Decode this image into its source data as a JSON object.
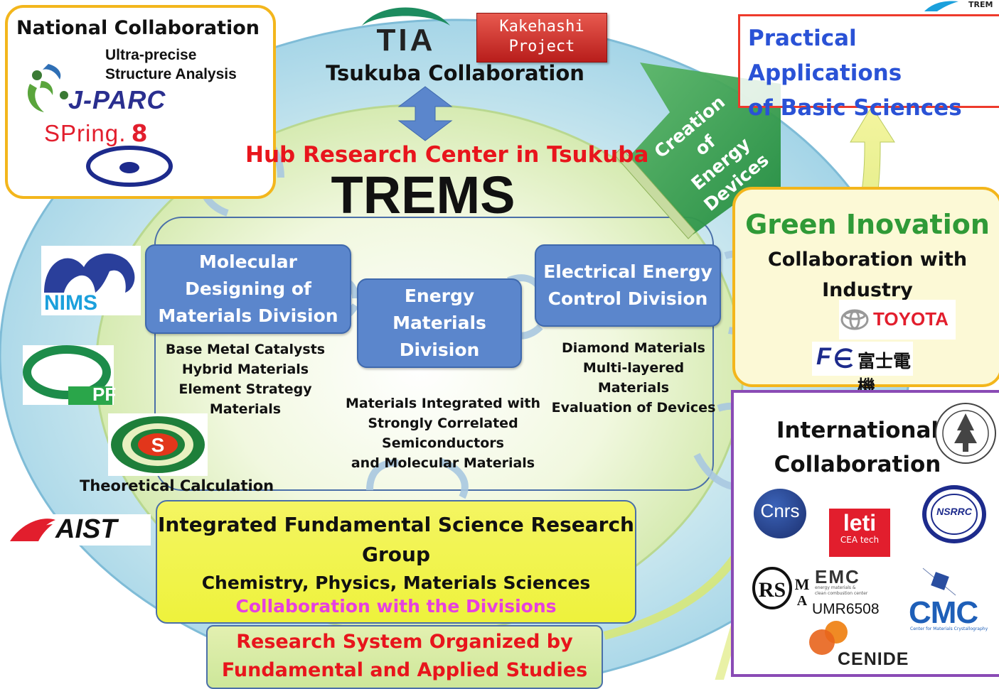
{
  "colors": {
    "hub_red": "#e8151c",
    "blue_title": "#2a52d6",
    "division_blue": "#5b86cc",
    "green": "#2f9a37",
    "magenta": "#e640e0",
    "orange_border": "#f3b61c",
    "red_border": "#ee3a2b",
    "purple_border": "#8a4bb5"
  },
  "tsukuba": {
    "tia": "TIA",
    "kakehashi": "Kakehashi\nProject",
    "title": "Tsukuba Collaboration"
  },
  "national": {
    "title": "National Collaboration",
    "subtitle": "Ultra-precise\nStructure Analysis",
    "jparc": "J-PARC",
    "spring8_a": "SPring",
    "spring8_b": "8"
  },
  "hub": {
    "title": "Hub Research Center in Tsukuba",
    "name": "TREMS"
  },
  "divisions": {
    "molecular": {
      "name": "Molecular\nDesigning of\nMaterials Division",
      "items": "Base Metal Catalysts\nHybrid Materials\nElement Strategy Materials"
    },
    "energy": {
      "name": "Energy\nMaterials\nDivision",
      "items": "Materials Integrated with\nStrongly Correlated Semiconductors\nand Molecular Materials"
    },
    "electrical": {
      "name": "Electrical Energy\nControl Division",
      "items": "Diamond Materials\nMulti-layered Materials\nEvaluation of Devices"
    }
  },
  "left_logos": {
    "nims": "NIMS",
    "pf": "PF",
    "theory": "Theoretical Calculation",
    "aist": "AIST"
  },
  "integrated": {
    "title": "Integrated Fundamental Science Research\nGroup",
    "fields": "Chemistry, Physics, Materials Sciences",
    "collab": "Collaboration with the Divisions"
  },
  "research_system": "Research System Organized by\nFundamental and Applied Studies",
  "creation_arrow": "Creation\nof\nEnergy\nDevices",
  "practical": "Practical Applications\nof Basic Sciences",
  "corner_logo": "TREM",
  "green_innovation": {
    "title": "Green Inovation",
    "sub": "Collaboration with\nIndustry",
    "toyota": "TOYOTA",
    "fuji_fe": "F",
    "fuji": "富士電機"
  },
  "international": {
    "title": "International\nCollaboration",
    "cnrs": "Cnrs",
    "leti": "leti",
    "leti_sub": "CEA tech",
    "nsrrc": "NSRRC",
    "risma": "RISMA",
    "emc": "EMC",
    "emc_sub": "energy materials &\nclean combustion center",
    "umr": "UMR6508",
    "cmc": "CMC",
    "cmc_sub": "Center for Materials Crystallography",
    "cenide": "CENIDE"
  }
}
